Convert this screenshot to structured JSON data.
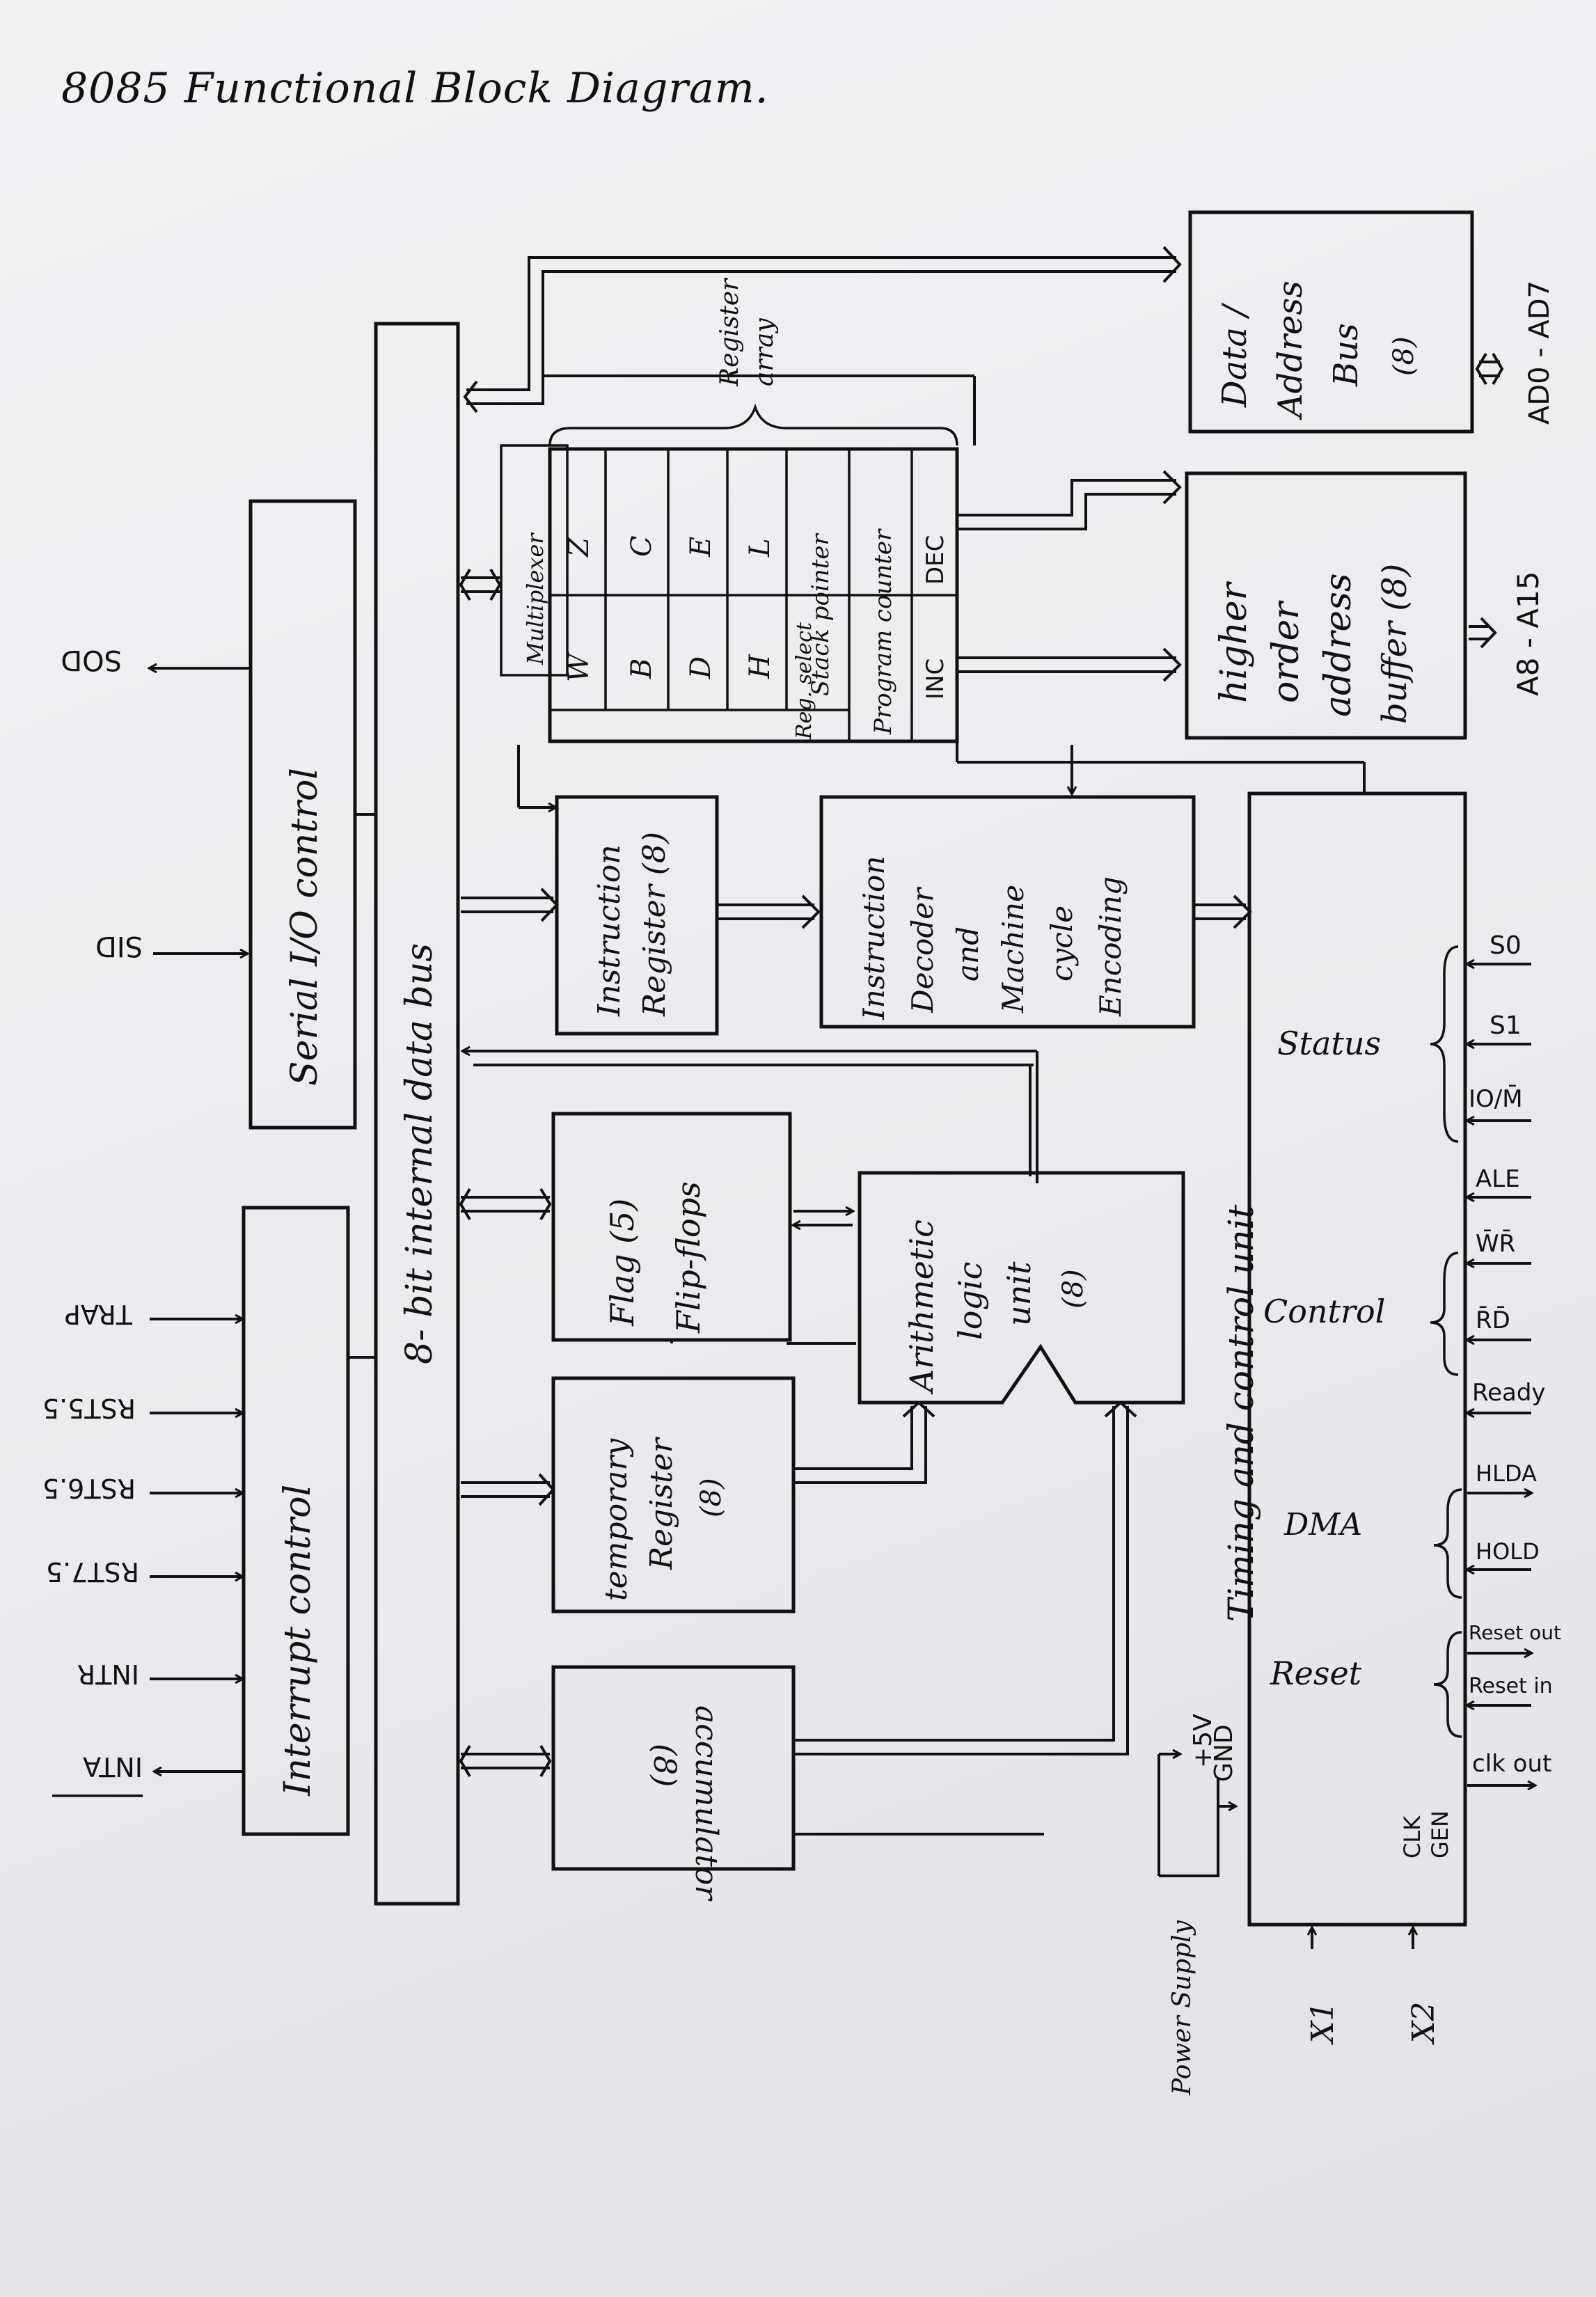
{
  "title": "8085 Functional Block Diagram.",
  "blocks": {
    "internal_bus": "8- bit internal data bus",
    "serial_io": "Serial I/O control",
    "interrupt": "Interrupt control",
    "instruction_register": [
      "Instruction",
      "Register (8)"
    ],
    "decoder": [
      "Instruction",
      "Decoder",
      "and",
      "Machine",
      "cycle",
      "Encoding"
    ],
    "flag": [
      "Flag (5)",
      "Flip-flops"
    ],
    "alu": [
      "Arithmetic",
      "logic",
      "unit",
      "(8)"
    ],
    "temp_register": [
      "temporary",
      "Register",
      "(8)"
    ],
    "accumulator": [
      "accumulator",
      "(8)"
    ],
    "timing_control": "Timing and control unit",
    "data_address_bus": [
      "Data /",
      "Address",
      "Bus",
      "(8)"
    ],
    "high_order_buffer": [
      "higher",
      "order",
      "address",
      "buffer (8)"
    ],
    "register_array": [
      "Register",
      "array"
    ],
    "multiplexer": "Multiplexer",
    "reg_select": "Reg. select",
    "registers": {
      "w": "W",
      "z": "Z",
      "b": "B",
      "c": "C",
      "d": "D",
      "e": "E",
      "h": "H",
      "l": "L",
      "sp": "Stack pointer",
      "pc": "Program counter",
      "inc": "INC",
      "dec": "DEC"
    }
  },
  "signals": {
    "sod": "SOD",
    "sid": "SID",
    "trap": "TRAP",
    "rst55": "RST5.5",
    "rst65": "RST6.5",
    "rst75": "RST7.5",
    "intr": "INTR",
    "inta": "INTA",
    "ad": "AD0 - AD7",
    "a": "A8 - A15",
    "status": "Status",
    "s0": "S0",
    "s1": "S1",
    "iom": "IO/M̄",
    "ale": "ALE",
    "wr": "W̄R̄",
    "control": "Control",
    "rd": "R̄D̄",
    "ready": "Ready",
    "dma": "DMA",
    "hlda": "HLDA",
    "hold": "HOLD",
    "reset": "Reset",
    "reset_out": "Reset out",
    "reset_in": "Reset in",
    "clk_out": "clk out",
    "clk_gen": [
      "CLK",
      "GEN"
    ],
    "x1": "X1",
    "x2": "X2",
    "power": "Power Supply",
    "plus5v": "+5V",
    "gnd": "GND"
  }
}
